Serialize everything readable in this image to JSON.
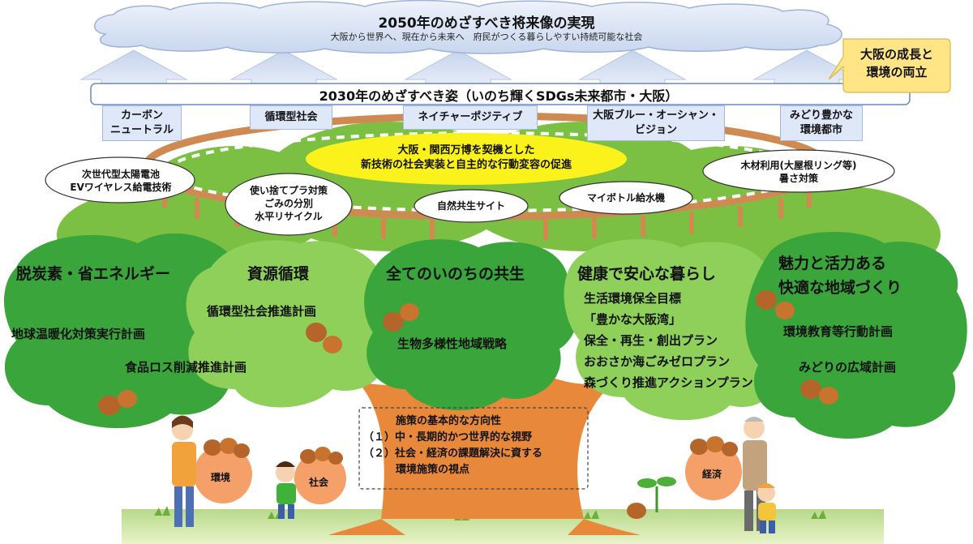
{
  "vision_2050": {
    "title": "2050年のめざすべき将来像の実現",
    "subtitle": "大阪から世界へ、現在から未来へ　府民がつくる暮らしやすい持続可能な社会"
  },
  "vision_2030": {
    "title": "2030年のめざすべき姿（いのち輝くSDGs未来都市・大阪）"
  },
  "callout": {
    "line1": "大阪の成長と",
    "line2": "環境の両立"
  },
  "goals": [
    {
      "line1": "カーボン",
      "line2": "ニュートラル"
    },
    {
      "line1": "循環型社会",
      "line2": ""
    },
    {
      "line1": "ネイチャーポジティブ",
      "line2": ""
    },
    {
      "line1": "大阪ブルー・オーシャン・",
      "line2": "ビジョン"
    },
    {
      "line1": "みどり豊かな",
      "line2": "環境都市"
    }
  ],
  "expo": {
    "line1": "大阪・関西万博を契機とした",
    "line2": "新技術の社会実装と自主的な行動変容の促進"
  },
  "clouds": {
    "solar": {
      "line1": "次世代型太陽電池",
      "line2": "EVワイヤレス給電技術"
    },
    "plastic": {
      "line1": "使い捨てプラ対策",
      "line2": "ごみの分別",
      "line3": "水平リサイクル"
    },
    "nature_site": "自然共生サイト",
    "bottle": "マイボトル給水機",
    "wood": {
      "line1": "木材利用(大屋根リング等)",
      "line2": "暑さ対策"
    }
  },
  "canopies": {
    "decarbon": {
      "title": "脱炭素・省エネルギー",
      "plans": [
        "地球温暖化対策実行計画",
        "食品ロス削減推進計画"
      ]
    },
    "resource": {
      "title": "資源循環",
      "plans": [
        "循環型社会推進計画"
      ]
    },
    "life": {
      "title": "全てのいのちの共生",
      "plans": [
        "生物多様性地域戦略"
      ]
    },
    "health": {
      "title": "健康で安心な暮らし",
      "plans": [
        "生活環境保全目標",
        "「豊かな大阪湾」",
        "保全・再生・創出プラン",
        "おおさか海ごみゼロプラン",
        "森づくり推進アクションプラン"
      ]
    },
    "charm": {
      "title1": "魅力と活力ある",
      "title2": "快適な地域づくり",
      "plans": [
        "環境教育等行動計画",
        "みどりの広域計画"
      ]
    }
  },
  "trunk": {
    "title": "施策の基本的な方向性",
    "items": [
      "（１）中・長期的かつ世界的な視野",
      "（２）社会・経済の課題解決に資する",
      "環境施策の視点"
    ]
  },
  "baskets": {
    "environment": "環境",
    "society": "社会",
    "economy": "経済"
  },
  "colors": {
    "leaf": "#7bc043",
    "leaf_dark": "#3aa53a",
    "trunk": "#e8883a",
    "ring": "#cf8a52",
    "expo_yellow": "#fbf21b",
    "callout_yellow": "#ffe586",
    "goal_pill": "#dfe8f8"
  }
}
